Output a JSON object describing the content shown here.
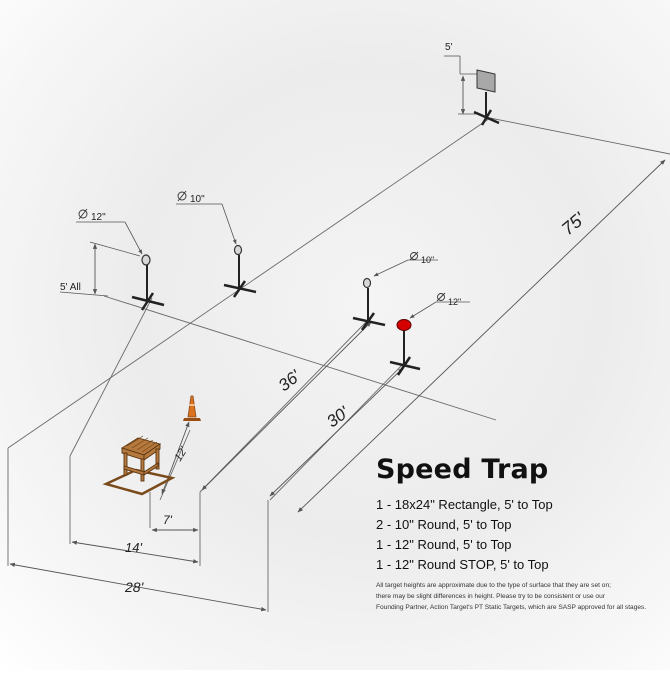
{
  "diagram": {
    "title": "Speed Trap",
    "specs": [
      "1 - 18x24\" Rectangle, 5' to Top",
      "2 - 10\" Round, 5' to Top",
      "1 - 12\" Round, 5' to Top",
      "1 - 12\" Round STOP, 5' to Top"
    ],
    "note_lines": [
      "All target heights are approximate due to the type of surface that they are set on;",
      "there may be slight differences in height. Please try to be consistent or use our",
      "Founding Partner, Action Target's PT Static Targets, which are SASP approved for all stages."
    ],
    "labels": {
      "height_rect": "5'",
      "height_all": "5' All",
      "dia_left": "12\"",
      "dia_mid": "10\"",
      "dia_right10": "10\"",
      "dia_stop": "12\"",
      "dist_75": "75'",
      "dist_36": "36'",
      "dist_30": "30'",
      "dist_12": "12'",
      "dist_7": "7'",
      "dist_14": "14'",
      "dist_28": "28'"
    },
    "colors": {
      "stop_plate": "#d40000",
      "cone": "#d9731f",
      "box": "#b5793e",
      "line": "#555555"
    }
  }
}
